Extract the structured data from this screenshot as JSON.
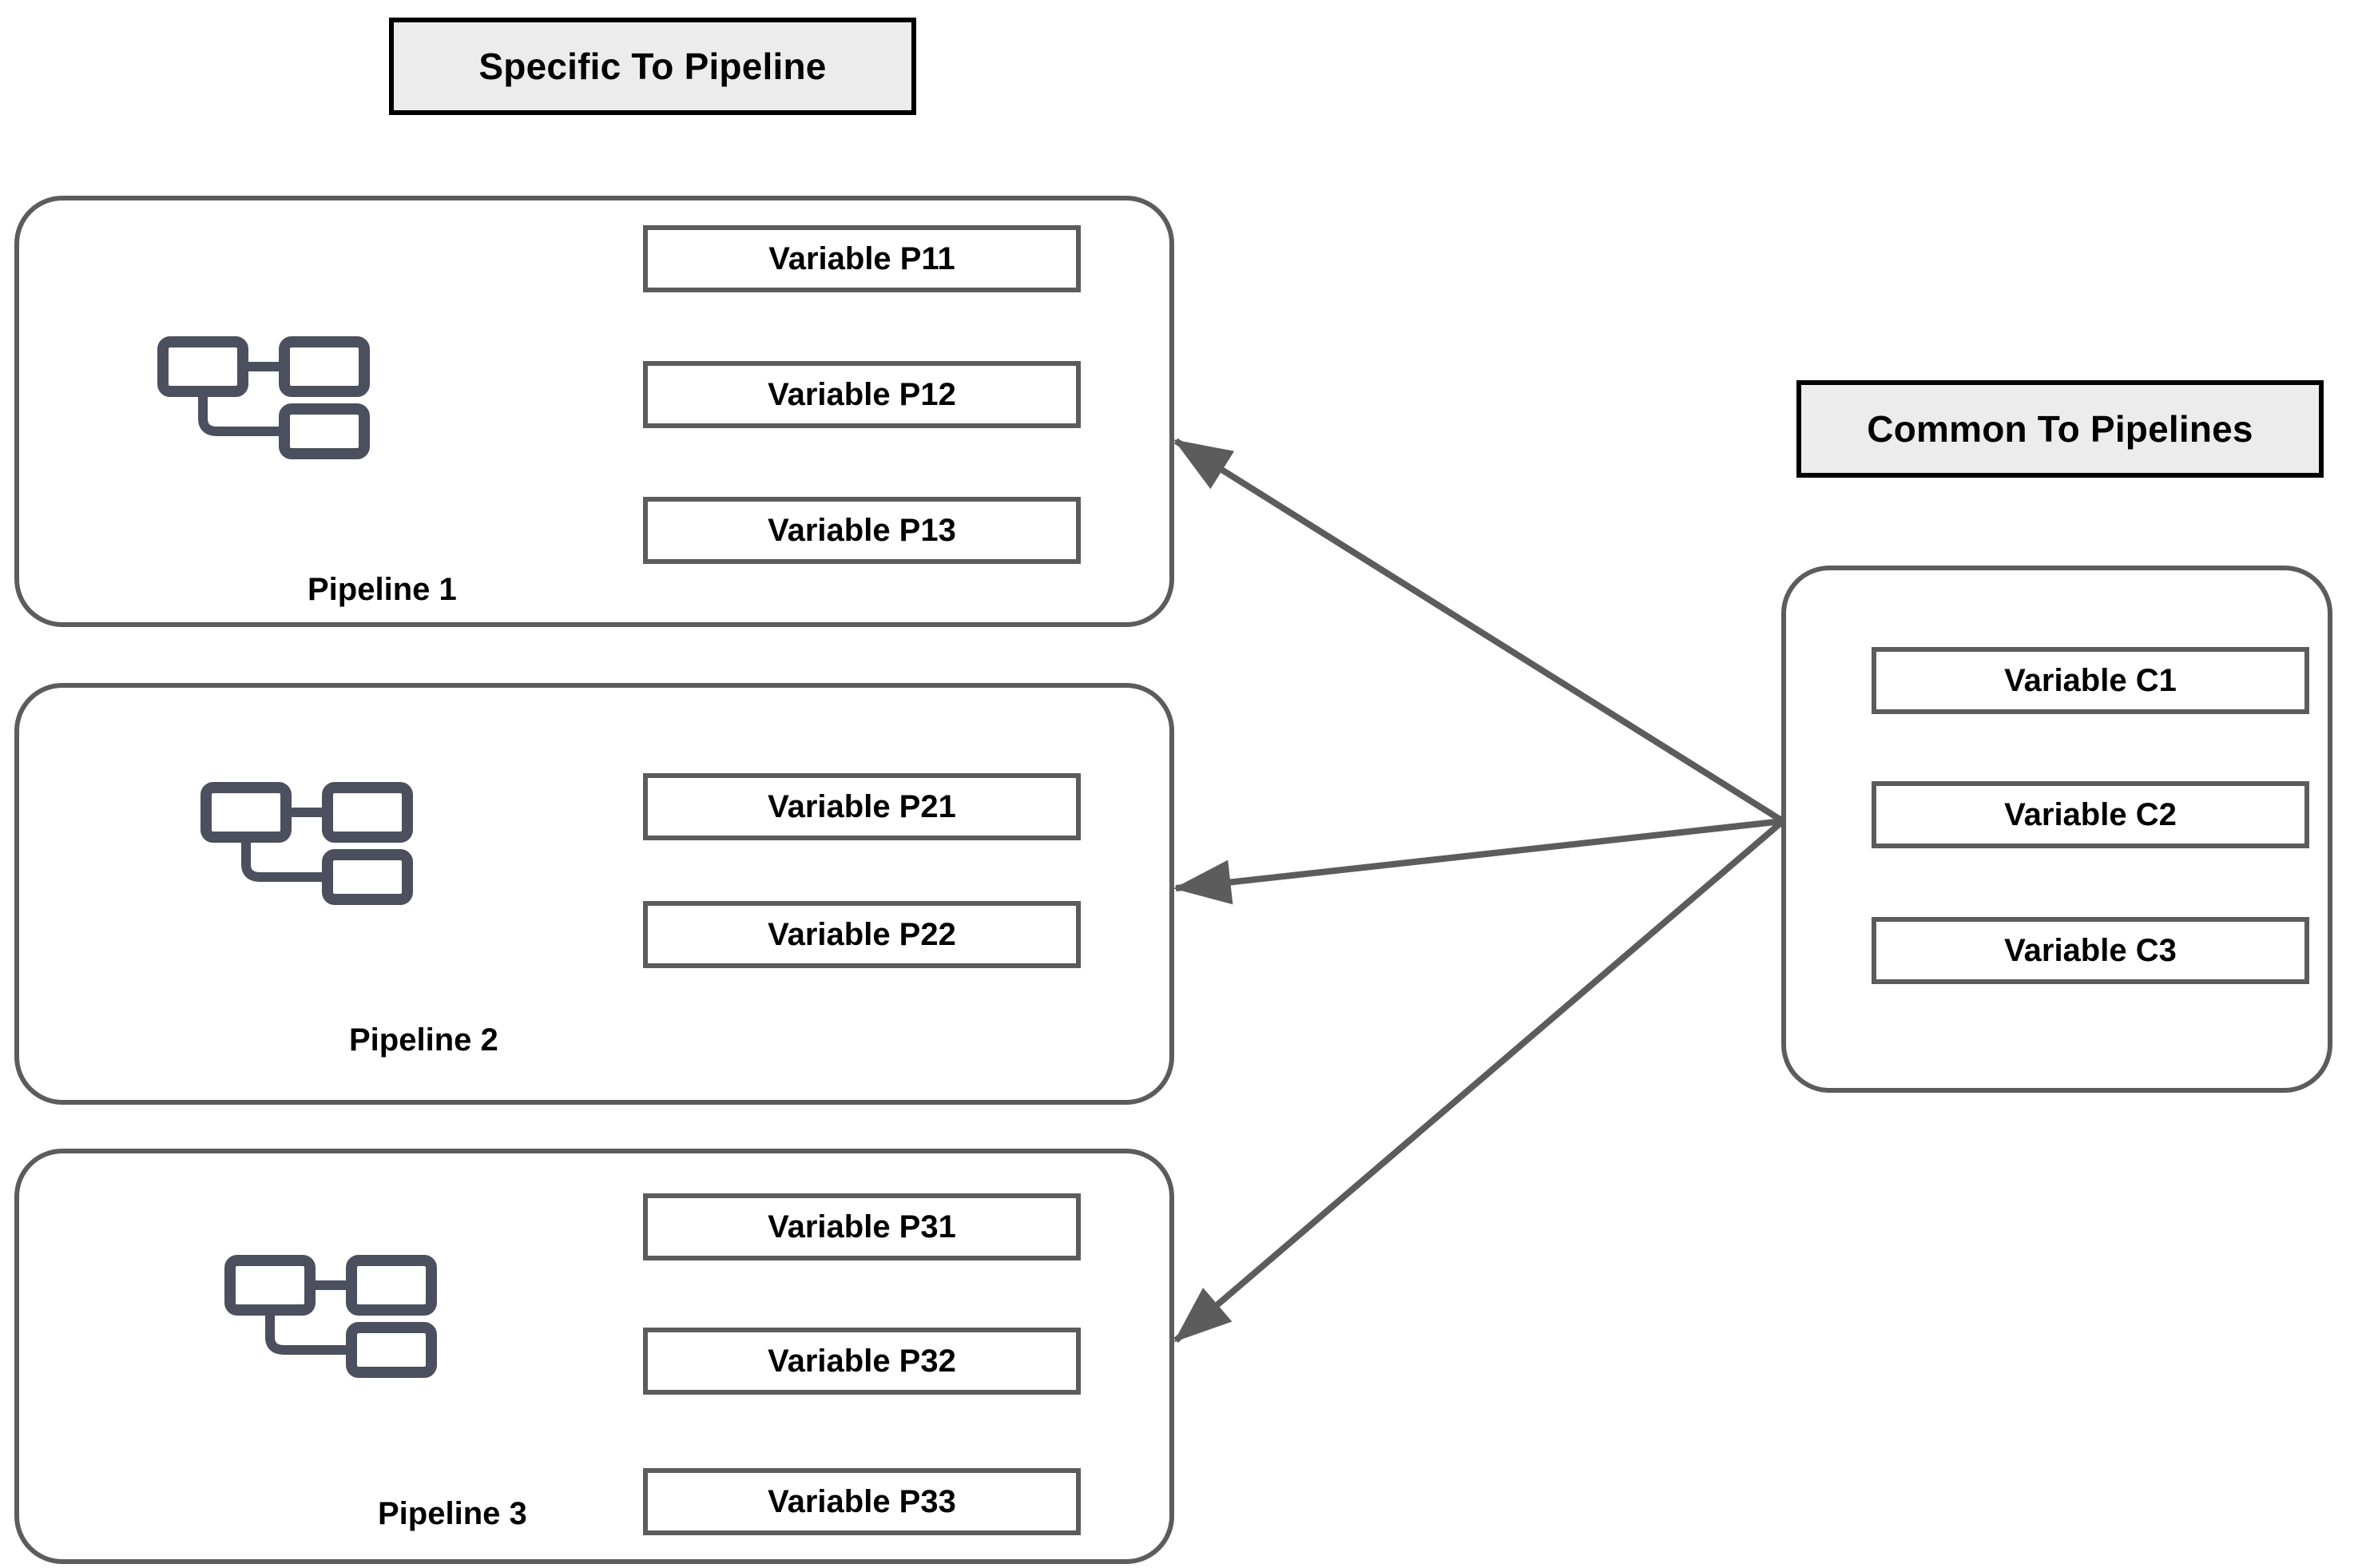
{
  "banners": {
    "specific": "Specific To Pipeline",
    "common": "Common To Pipelines"
  },
  "colors": {
    "banner_fill": "#ececec",
    "banner_border": "#000000",
    "group_border": "#5c5c5c",
    "variable_border": "#5c5c5c",
    "icon_stroke": "#4c4f5e",
    "arrow": "#5c5c5c",
    "background": "#ffffff",
    "text": "#000000"
  },
  "pipelines": [
    {
      "label": "Pipeline 1",
      "icon": "pipeline-nodes-icon",
      "variables": [
        "Variable P11",
        "Variable P12",
        "Variable P13"
      ]
    },
    {
      "label": "Pipeline 2",
      "icon": "pipeline-nodes-icon",
      "variables": [
        "Variable P21",
        "Variable P22"
      ]
    },
    {
      "label": "Pipeline 3",
      "icon": "pipeline-nodes-icon",
      "variables": [
        "Variable P31",
        "Variable P32",
        "Variable P33"
      ]
    }
  ],
  "common": {
    "variables": [
      "Variable C1",
      "Variable C2",
      "Variable C3"
    ]
  },
  "arrows": [
    {
      "name": "arrow-common-to-pipeline-1",
      "from": "common-variables",
      "to": "Pipeline 1",
      "direction": "right-to-left"
    },
    {
      "name": "arrow-common-to-pipeline-2",
      "from": "common-variables",
      "to": "Pipeline 2",
      "direction": "right-to-left"
    },
    {
      "name": "arrow-common-to-pipeline-3",
      "from": "common-variables",
      "to": "Pipeline 3",
      "direction": "right-to-left"
    }
  ]
}
